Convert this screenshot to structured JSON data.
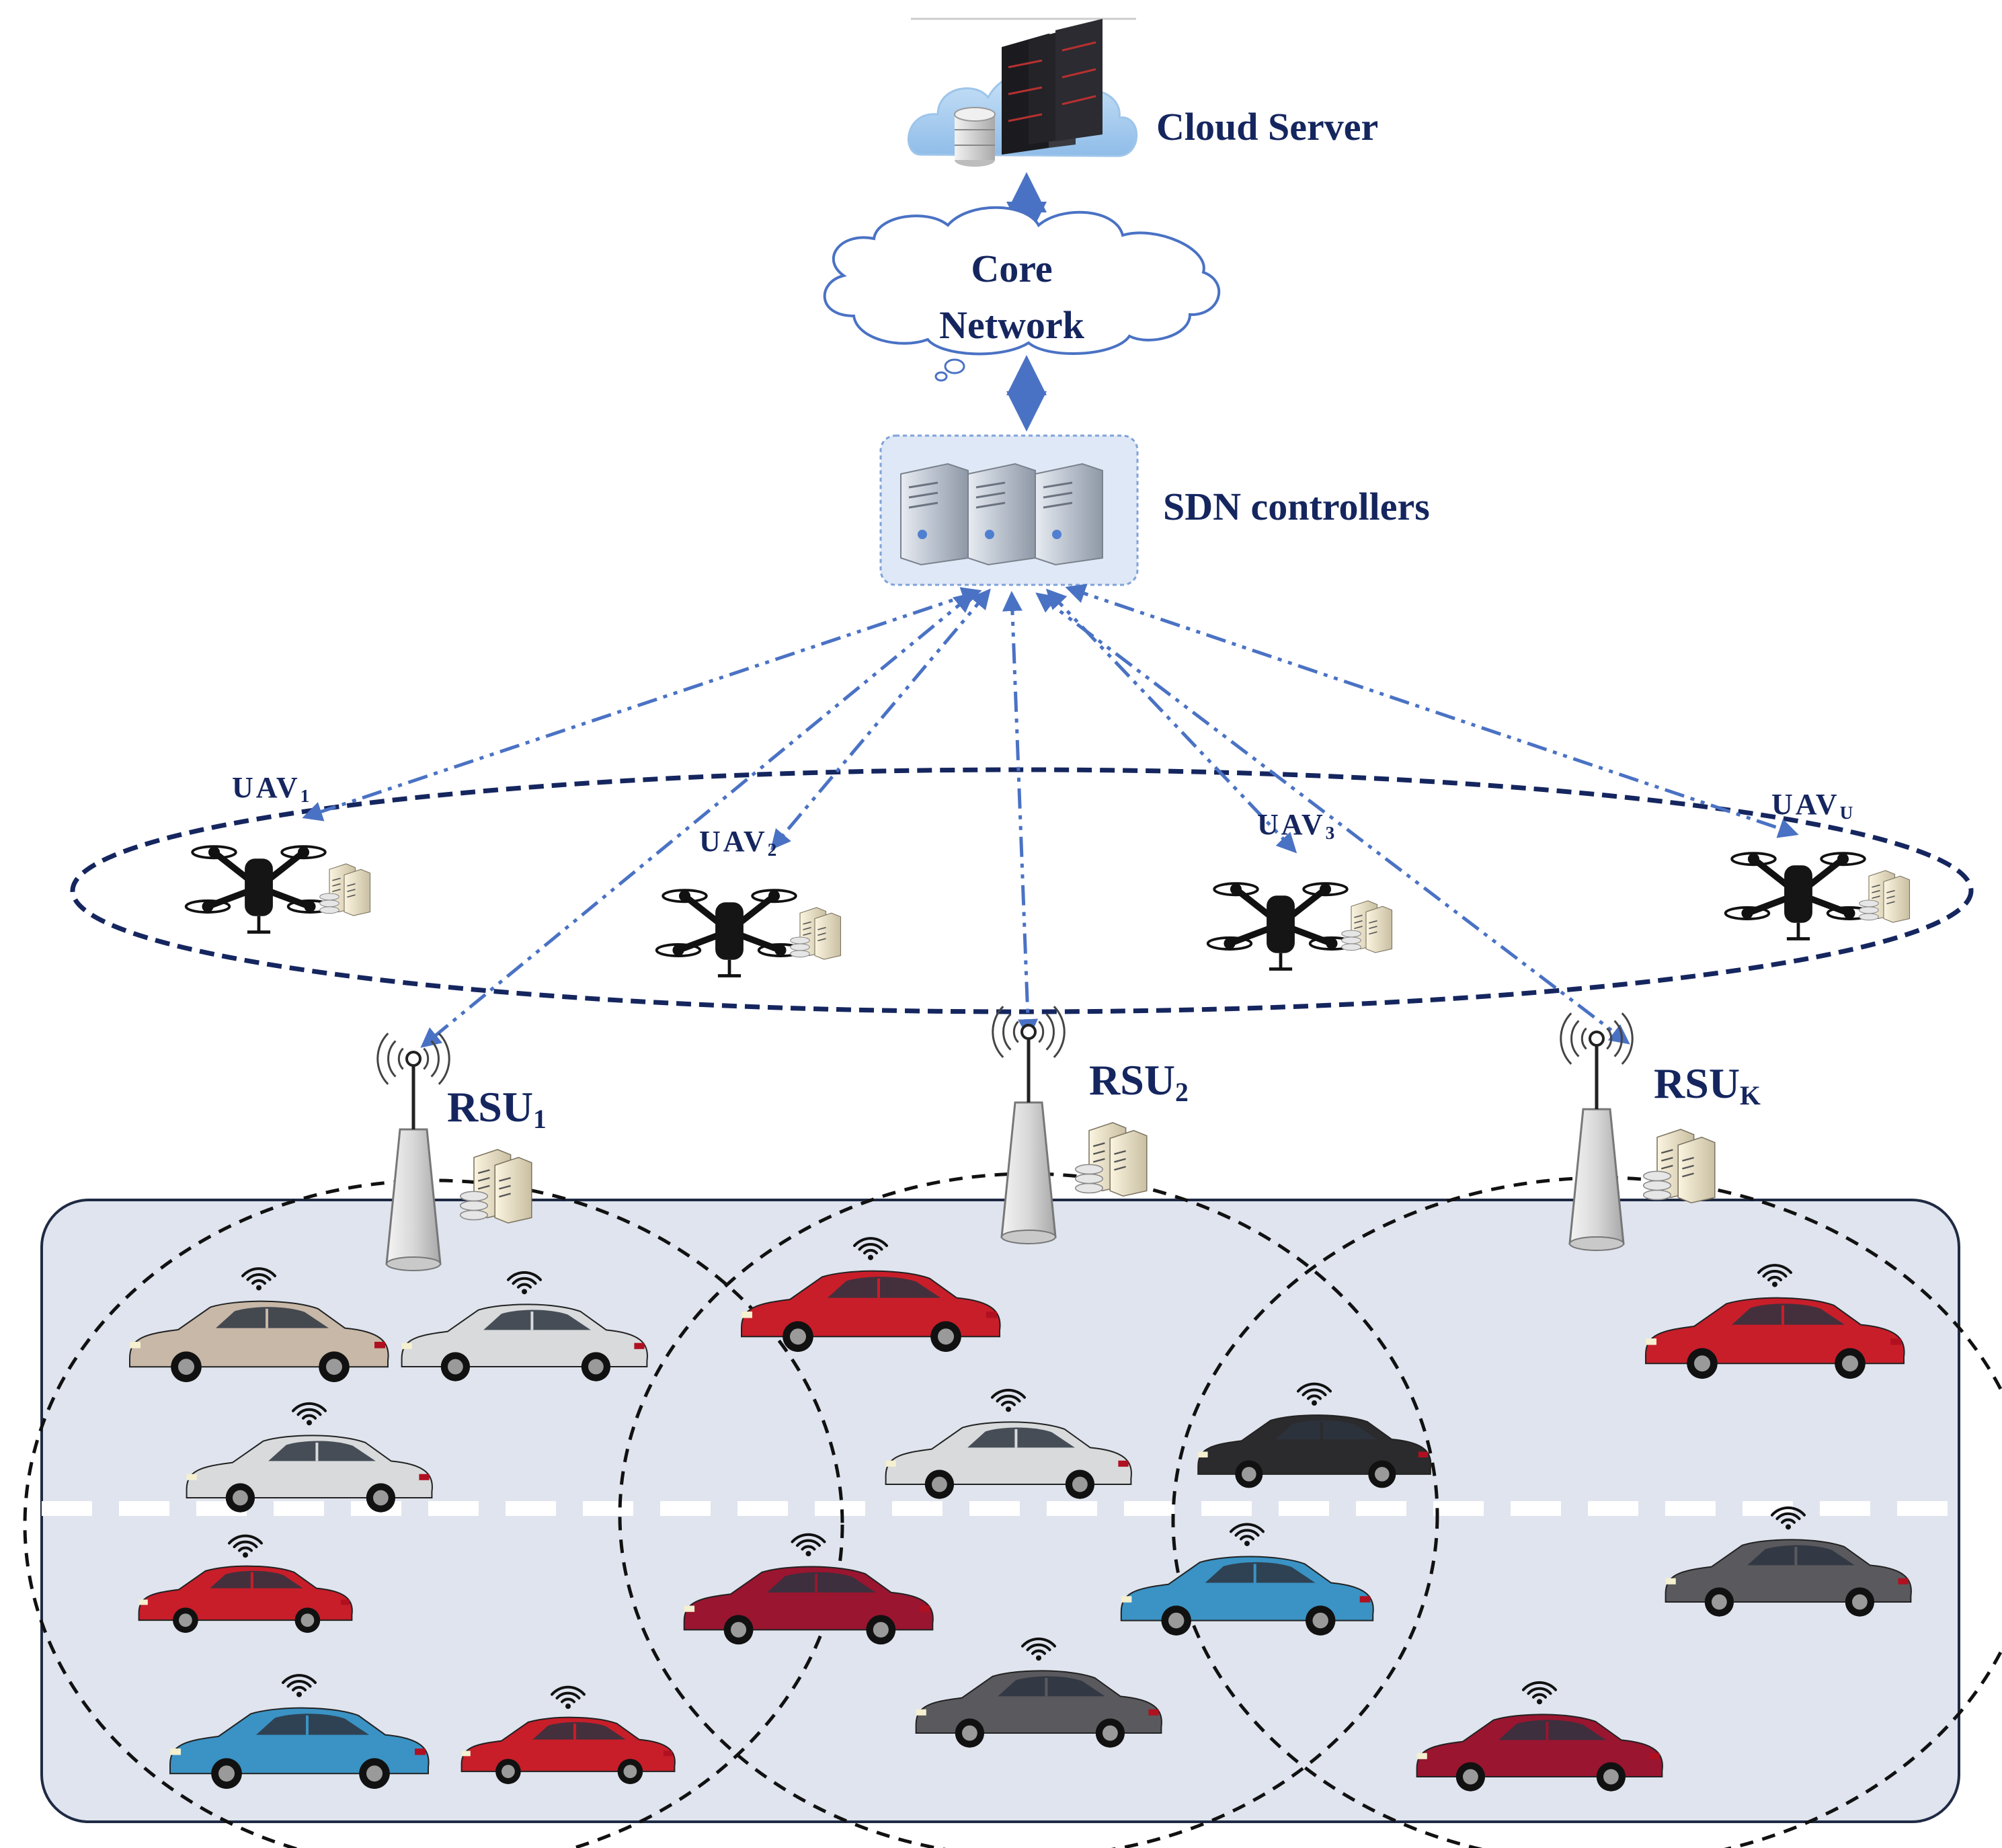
{
  "labels": {
    "cloud_server": "Cloud Server",
    "core_network_line1": "Core",
    "core_network_line2": "Network",
    "sdn_controllers": "SDN controllers",
    "uav_prefix": "UAV",
    "rsu_prefix": "RSU"
  },
  "uavs": [
    {
      "name": "UAV",
      "sub": "1"
    },
    {
      "name": "UAV",
      "sub": "2"
    },
    {
      "name": "UAV",
      "sub": "3"
    },
    {
      "name": "UAV",
      "sub": "U"
    }
  ],
  "rsus": [
    {
      "name": "RSU",
      "sub": "1"
    },
    {
      "name": "RSU",
      "sub": "2"
    },
    {
      "name": "RSU",
      "sub": "K"
    }
  ],
  "colors": {
    "label": "#15265f",
    "link": "#4a72c4",
    "uav_ring": "#15265f",
    "road": "#dfe4ee",
    "road_border": "#1f2a44",
    "lane_marking": "#ffffff",
    "cloud_fill": "#a9cdf0",
    "car_colors": [
      "#c8b8a8",
      "#d8dadc",
      "#c81e2a",
      "#3a93c4",
      "#9a1530",
      "#2b2b2d",
      "#5a5a5e",
      "#d12a35"
    ]
  }
}
